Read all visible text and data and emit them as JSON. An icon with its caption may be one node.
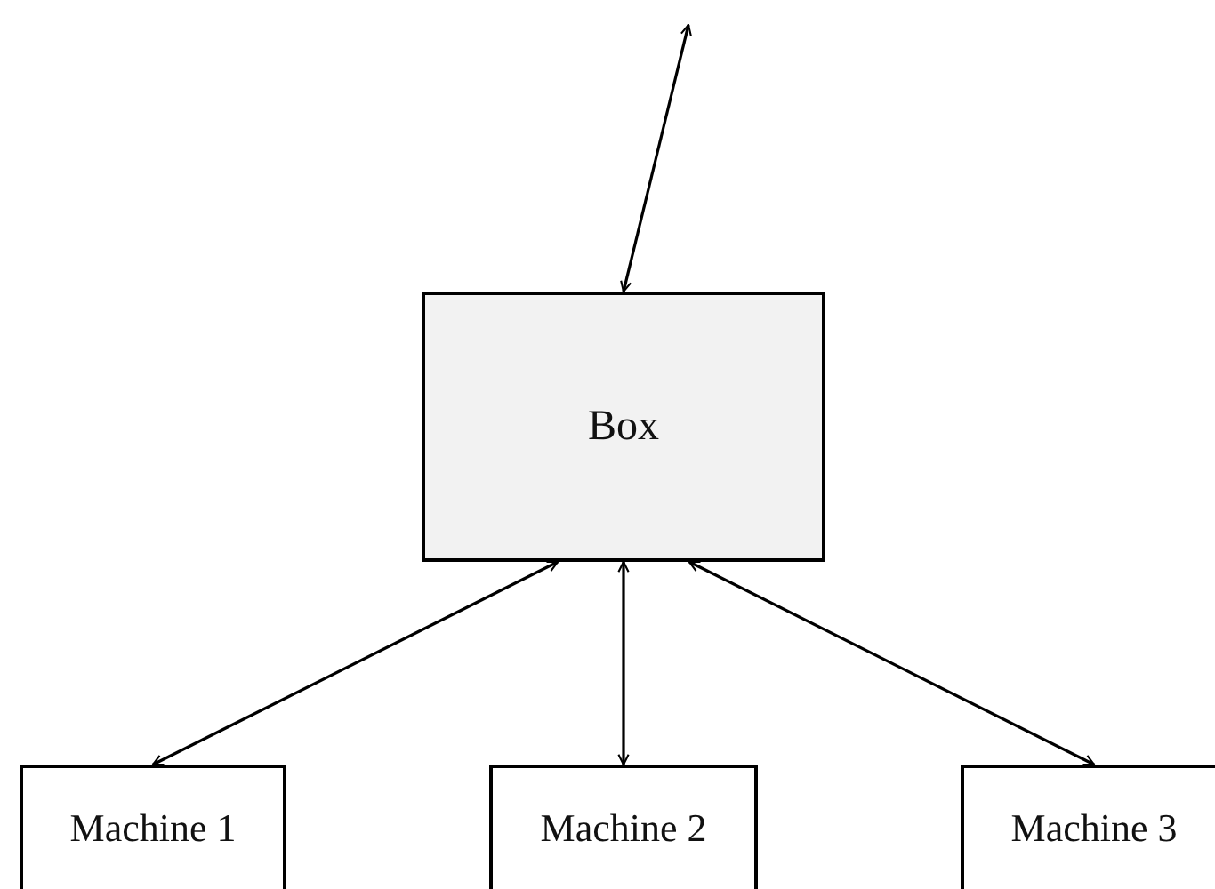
{
  "diagram": {
    "nodes": [
      {
        "text": [
          "Box"
        ]
      },
      {
        "text": [
          "Machine 1"
        ]
      },
      {
        "text": [
          "Machine 2"
        ]
      },
      {
        "text": [
          "Machine 3"
        ]
      }
    ],
    "edges": [
      {
        "from": null,
        "to": 0,
        "arrow": "both"
      },
      {
        "from": 0,
        "to": 1,
        "arrow": "both"
      },
      {
        "from": 0,
        "to": 2,
        "arrow": "both"
      },
      {
        "from": 0,
        "to": 3,
        "arrow": "both"
      }
    ]
  }
}
